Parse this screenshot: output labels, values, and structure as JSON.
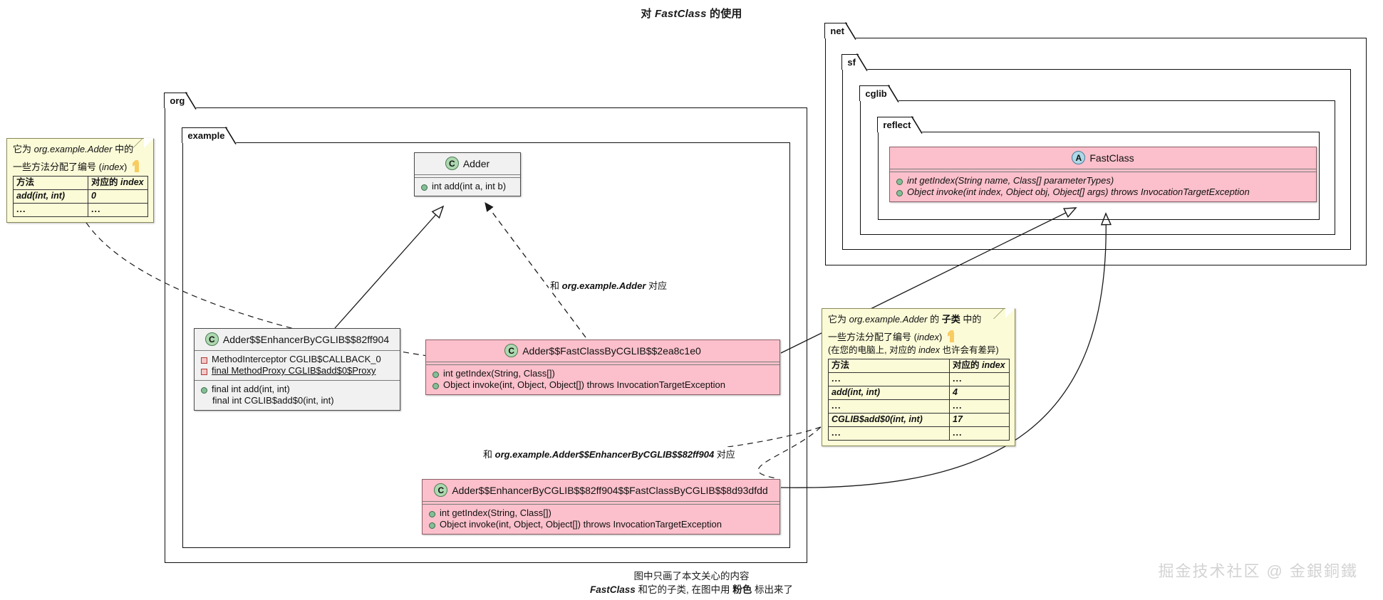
{
  "title": {
    "prefix": "对 ",
    "emphasis": "FastClass",
    "suffix": " 的使用"
  },
  "captions": {
    "line1": "图中只画了本文关心的内容",
    "line2_pre": "",
    "line2_em": "FastClass",
    "line2_mid": " 和它的子类, 在图中用 ",
    "line2_bold": "粉色",
    "line2_end": " 标出来了"
  },
  "watermark": "掘金技术社区 @ 金銀銅鐵",
  "packages": [
    {
      "id": "org",
      "label": "org"
    },
    {
      "id": "example",
      "label": "example"
    },
    {
      "id": "net",
      "label": "net"
    },
    {
      "id": "sf",
      "label": "sf"
    },
    {
      "id": "cglib",
      "label": "cglib"
    },
    {
      "id": "reflect",
      "label": "reflect"
    }
  ],
  "classes": {
    "adder": {
      "marker": "C",
      "name": "Adder",
      "methods": [
        {
          "vis": "public",
          "text": "int add(int a, int b)"
        }
      ]
    },
    "fastclass": {
      "marker": "A",
      "name": "FastClass",
      "abstract": true,
      "methods": [
        {
          "vis": "public",
          "text": "int getIndex(String name, Class[] parameterTypes)"
        },
        {
          "vis": "public",
          "text": "Object invoke(int index, Object obj, Object[] args) throws InvocationTargetException"
        }
      ]
    },
    "enhancer": {
      "marker": "C",
      "name": "Adder$$EnhancerByCGLIB$$82ff904",
      "fields": [
        {
          "vis": "private",
          "text": "MethodInterceptor CGLIB$CALLBACK_0",
          "static": false
        },
        {
          "vis": "private",
          "text": "final MethodProxy CGLIB$add$0$Proxy",
          "static": true
        }
      ],
      "methods": [
        {
          "vis": "public",
          "text": "final int add(int, int)"
        },
        {
          "vis": "none",
          "text": "final int CGLIB$add$0(int, int)"
        }
      ]
    },
    "fastclass_adder": {
      "marker": "C",
      "name": "Adder$$FastClassByCGLIB$$2ea8c1e0",
      "methods": [
        {
          "vis": "public",
          "text": "int getIndex(String, Class[])"
        },
        {
          "vis": "public",
          "text": "Object invoke(int, Object, Object[]) throws InvocationTargetException"
        }
      ]
    },
    "fastclass_enhancer": {
      "marker": "C",
      "name": "Adder$$EnhancerByCGLIB$$82ff904$$FastClassByCGLIB$$8d93dfdd",
      "methods": [
        {
          "vis": "public",
          "text": "int getIndex(String, Class[])"
        },
        {
          "vis": "public",
          "text": "Object invoke(int, Object, Object[]) throws InvocationTargetException"
        }
      ]
    }
  },
  "notes": {
    "left": {
      "line1_pre": "它为 ",
      "line1_em": "org.example.Adder",
      "line1_post": " 中的",
      "line2_pre": "一些方法分配了编号 (",
      "line2_em": "index",
      "line2_post": ")",
      "table": {
        "headers": [
          "方法",
          "对应的 index"
        ],
        "header_em": "index",
        "header_pre": "对应的 ",
        "rows": [
          [
            "add(int, int)",
            "0"
          ],
          [
            "...",
            "..."
          ]
        ]
      }
    },
    "right": {
      "line1_pre": "它为 ",
      "line1_em": "org.example.Adder",
      "line1_mid": " 的 ",
      "line1_bold": "子类",
      "line1_post": " 中的",
      "line2_pre": "一些方法分配了编号 (",
      "line2_em": "index",
      "line2_post": ")",
      "line3_pre": "(在您的电脑上, 对应的 ",
      "line3_em": "index",
      "line3_post": " 也许会有差异)",
      "table": {
        "header_method": "方法",
        "header_index_pre": "对应的 ",
        "header_index_em": "index",
        "rows": [
          [
            "...",
            "..."
          ],
          [
            "add(int, int)",
            "4"
          ],
          [
            "...",
            "..."
          ],
          [
            "CGLIB$add$0(int, int)",
            "17"
          ],
          [
            "...",
            "..."
          ]
        ]
      }
    }
  },
  "edge_labels": {
    "adder_corr": {
      "pre": "和 ",
      "em": "org.example.Adder",
      "post": " 对应"
    },
    "enhancer_corr": {
      "pre": "和 ",
      "em": "org.example.Adder$$EnhancerByCGLIB$$82ff904",
      "post": " 对应"
    }
  },
  "colors": {
    "pink": "#fbc0cb",
    "note_yellow": "#fbfbd8",
    "class_gray": "#f1f1f1",
    "marker_class": "#add8b0",
    "marker_abstract": "#add8e6",
    "watermark_gray": "#d3d3d3"
  }
}
